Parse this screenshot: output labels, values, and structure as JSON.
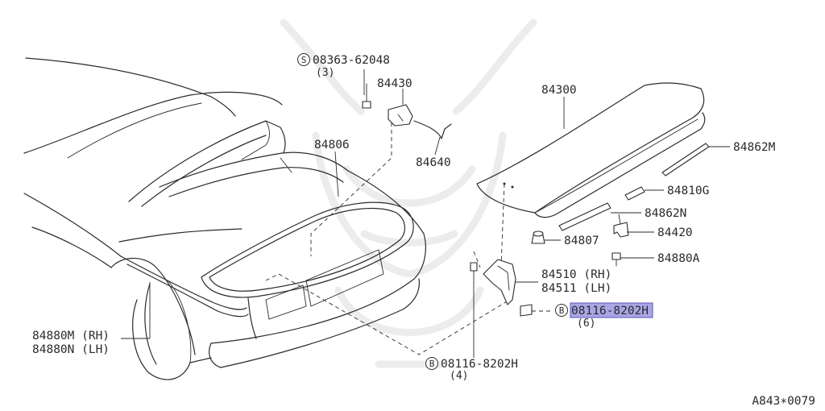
{
  "diagram_id": "A843∗0079",
  "labels": {
    "screw_spec": "08363-62048",
    "screw_qty": "(3)",
    "screw_symbol": "S",
    "p84430": "84430",
    "p84640": "84640",
    "p84806": "84806",
    "p84300": "84300",
    "p84862m": "84862M",
    "p84810g": "84810G",
    "p84862n": "84862N",
    "p84420": "84420",
    "p84807": "84807",
    "p84880a": "84880A",
    "p84510": "84510 (RH)",
    "p84511": "84511 (LH)",
    "bolt6_spec": "08116-8202H",
    "bolt6_qty": "(6)",
    "bolt4_spec": "08116-8202H",
    "bolt4_qty": "(4)",
    "bolt_symbol": "B",
    "p84880m": "84880M (RH)",
    "p84880n": "84880N (LH)"
  },
  "colors": {
    "line": "#2b2b2b",
    "text": "#2a2a2a",
    "highlight_fill": "#a9a6e6",
    "highlight_border": "#5a55b8",
    "watermark": "#ececec"
  }
}
